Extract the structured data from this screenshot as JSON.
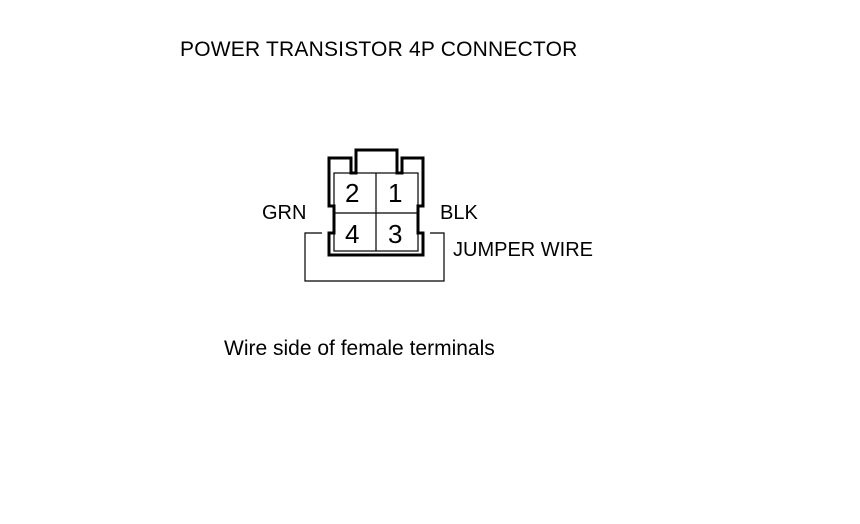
{
  "title": "POWER TRANSISTOR 4P CONNECTOR",
  "connector": {
    "terminals": [
      {
        "number": "2"
      },
      {
        "number": "1"
      },
      {
        "number": "4"
      },
      {
        "number": "3"
      }
    ]
  },
  "wire_labels": {
    "left": "GRN",
    "right": "BLK",
    "jumper": "JUMPER WIRE"
  },
  "caption": "Wire side of female terminals",
  "colors": {
    "line": "#000000",
    "background": "#ffffff"
  }
}
